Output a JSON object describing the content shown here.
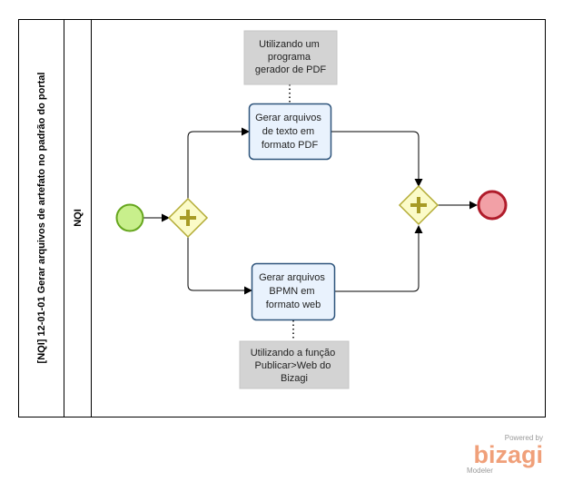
{
  "pool": {
    "title": "[NQI] 12-01-01 Gerar arquivos de artefato no padrão do portal"
  },
  "lane": {
    "title": "NQI"
  },
  "tasks": [
    {
      "id": "task-pdf",
      "lines": [
        "Gerar arquivos",
        "de texto em",
        "formato PDF"
      ]
    },
    {
      "id": "task-bpmn",
      "lines": [
        "Gerar arquivos",
        "BPMN em",
        "formato web"
      ]
    }
  ],
  "annotations": [
    {
      "id": "annot-pdf",
      "lines": [
        "Utilizando um",
        "programa",
        "gerador de PDF"
      ]
    },
    {
      "id": "annot-web",
      "lines": [
        "Utilizando a função",
        "Publicar>Web do",
        "Bizagi"
      ]
    }
  ],
  "events": {
    "start": {
      "color": "#c8ef8c",
      "stroke": "#66a61e"
    },
    "end": {
      "color": "#f2a0a6",
      "stroke": "#b01c2b"
    }
  },
  "gateways": {
    "fill": "#fbfbc8",
    "stroke": "#b4ac36",
    "plus_color": "#a79b25"
  },
  "colors": {
    "task_fill": "#e9f2fd",
    "task_stroke": "#2f557c",
    "annotation_fill": "#d3d3d3"
  },
  "branding": {
    "powered_by": "Powered by",
    "name": "bizagi",
    "product": "Modeler"
  }
}
